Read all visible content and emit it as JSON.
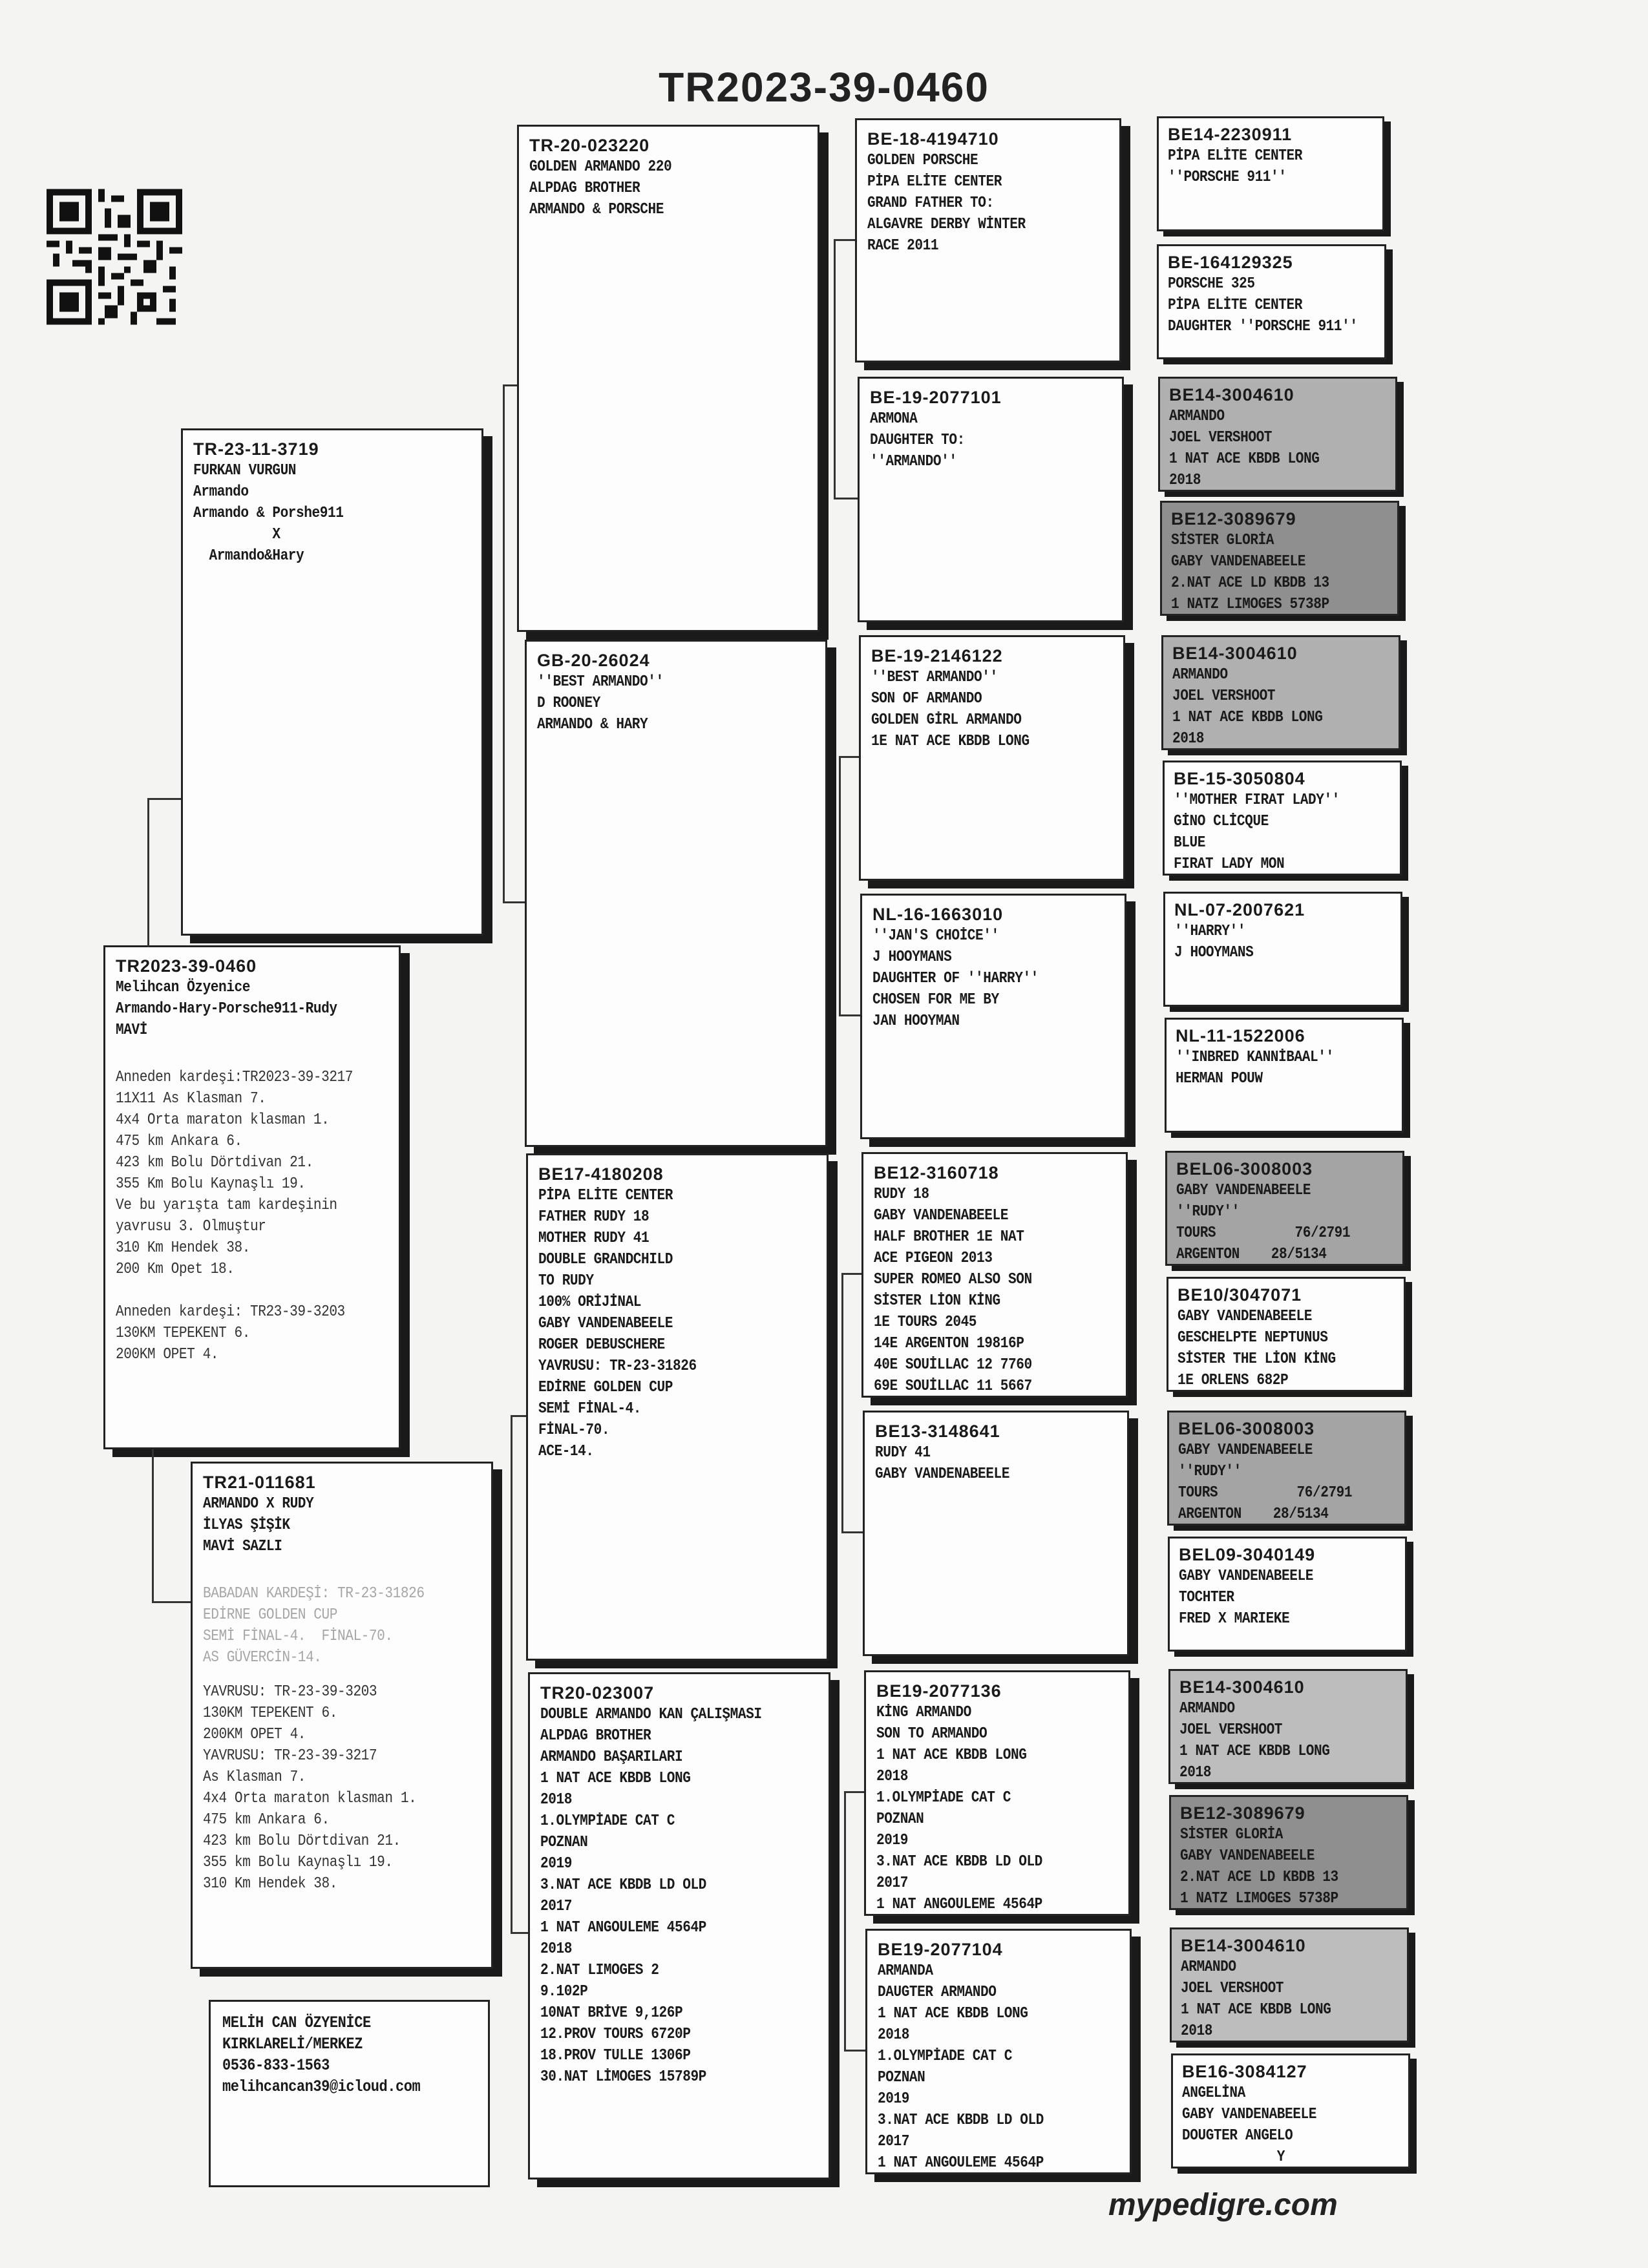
{
  "title": "TR2023-39-0460",
  "footer": "mypedigre.com",
  "subject": {
    "ring": "TR2023-39-0460",
    "lines": [
      "Melihcan Özyenice",
      "Armando-Hary-Porsche911-Rudy",
      "MAVİ"
    ],
    "notes": [
      "Anneden kardeşi:TR2023-39-3217",
      "11X11 As Klasman 7.",
      "4x4 Orta maraton klasman 1.",
      "475 km Ankara 6.",
      "423 km Bolu Dörtdivan 21.",
      "355 Km Bolu Kaynaşlı 19.",
      "Ve bu yarışta tam kardeşinin",
      "yavrusu 3. Olmuştur",
      "310 Km Hendek 38.",
      "200 Km Opet 18.",
      "",
      "Anneden kardeşi: TR23-39-3203",
      "130KM TEPEKENT 6.",
      "200KM OPET 4."
    ]
  },
  "sire": {
    "ring": "TR-23-11-3719",
    "lines": [
      "FURKAN VURGUN",
      "Armando",
      "Armando & Porshe911",
      "          X",
      "  Armando&Hary"
    ]
  },
  "dam": {
    "ring": "TR21-011681",
    "lines": [
      "ARMANDO X RUDY",
      "İLYAS ŞİŞİK",
      "MAVİ SAZLI"
    ],
    "faded": [
      "BABADAN KARDEŞİ: TR-23-31826",
      "EDİRNE GOLDEN CUP",
      "SEMİ FİNAL-4.  FİNAL-70.",
      "AS GÜVERCİN-14."
    ],
    "notes": [
      "YAVRUSU: TR-23-39-3203",
      "130KM TEPEKENT 6.",
      "200KM OPET 4.",
      "YAVRUSU: TR-23-39-3217",
      "As Klasman 7.",
      "4x4 Orta maraton klasman 1.",
      "475 km Ankara 6.",
      "423 km Bolu Dörtdivan 21.",
      "355 km Bolu Kaynaşlı 19.",
      "310 Km Hendek 38."
    ]
  },
  "contact": {
    "lines": [
      "MELİH CAN ÖZYENİCE",
      "KIRKLARELİ/MERKEZ",
      "0536-833-1563",
      "melihcancan39@icloud.com"
    ]
  },
  "gp": [
    {
      "ring": "TR-20-023220",
      "lines": [
        "GOLDEN ARMANDO 220",
        "ALPDAG BROTHER",
        "ARMANDO & PORSCHE"
      ]
    },
    {
      "ring": "GB-20-26024",
      "lines": [
        "''BEST ARMANDO''",
        "D ROONEY",
        "ARMANDO & HARY"
      ]
    },
    {
      "ring": "BE17-4180208",
      "lines": [
        "PİPA ELİTE CENTER",
        "FATHER RUDY 18",
        "MOTHER RUDY 41",
        "DOUBLE GRANDCHILD",
        "TO RUDY",
        "100% ORİJİNAL",
        "GABY VANDENABEELE",
        "ROGER DEBUSCHERE",
        "YAVRUSU: TR-23-31826",
        "EDİRNE GOLDEN CUP",
        "SEMİ FİNAL-4.",
        "FİNAL-70.",
        "ACE-14."
      ]
    },
    {
      "ring": "TR20-023007",
      "lines": [
        "DOUBLE ARMANDO KAN ÇALIŞMASI",
        "ALPDAG BROTHER",
        "ARMANDO BAŞARILARI",
        "1 NAT ACE KBDB LONG",
        "2018",
        "1.OLYMPİADE CAT C",
        "POZNAN",
        "2019",
        "3.NAT ACE KBDB LD OLD",
        "2017",
        "1 NAT ANGOULEME 4564P",
        "2018",
        "2.NAT LIMOGES 2",
        "9.102P",
        "10NAT BRİVE 9,126P",
        "12.PROV TOURS 6720P",
        "18.PROV TULLE 1306P",
        "30.NAT LİMOGES 15789P"
      ]
    }
  ],
  "ggp": [
    {
      "ring": "BE-18-4194710",
      "lines": [
        "GOLDEN PORSCHE",
        "PİPA ELİTE CENTER",
        "GRAND FATHER TO:",
        "ALGAVRE DERBY WİNTER",
        "RACE 2011"
      ]
    },
    {
      "ring": "BE-19-2077101",
      "lines": [
        "ARMONA",
        "DAUGHTER TO:",
        "''ARMANDO''"
      ]
    },
    {
      "ring": "BE-19-2146122",
      "lines": [
        "''BEST ARMANDO''",
        "SON OF ARMANDO",
        "GOLDEN GİRL ARMANDO",
        "1E NAT ACE KBDB LONG"
      ]
    },
    {
      "ring": "NL-16-1663010",
      "lines": [
        "''JAN'S CHOİCE''",
        "J HOOYMANS",
        "DAUGHTER OF ''HARRY''",
        "CHOSEN FOR ME BY",
        "JAN HOOYMAN"
      ]
    },
    {
      "ring": "BE12-3160718",
      "lines": [
        "RUDY 18",
        "GABY VANDENABEELE",
        "HALF BROTHER 1E NAT",
        "ACE PIGEON 2013",
        "SUPER ROMEO ALSO SON",
        "SİSTER LİON KİNG",
        "1E TOURS 2045",
        "14E ARGENTON 19816P",
        "40E SOUİLLAC 12 7760",
        "69E SOUİLLAC 11 5667"
      ]
    },
    {
      "ring": "BE13-3148641",
      "lines": [
        "RUDY 41",
        "GABY VANDENABEELE"
      ]
    },
    {
      "ring": "BE19-2077136",
      "lines": [
        "KİNG ARMANDO",
        "SON TO ARMANDO",
        "1 NAT ACE KBDB LONG",
        "2018",
        "1.OLYMPİADE CAT C",
        "POZNAN",
        "2019",
        "3.NAT ACE KBDB LD OLD",
        "2017",
        "1 NAT ANGOULEME 4564P"
      ]
    },
    {
      "ring": "BE19-2077104",
      "lines": [
        "ARMANDA",
        "DAUGTER ARMANDO",
        "1 NAT ACE KBDB LONG",
        "2018",
        "1.OLYMPİADE CAT C",
        "POZNAN",
        "2019",
        "3.NAT ACE KBDB LD OLD",
        "2017",
        "1 NAT ANGOULEME 4564P"
      ]
    }
  ],
  "gggp": [
    {
      "ring": "BE14-2230911",
      "lines": [
        "PİPA ELİTE CENTER",
        "''PORSCHE 911''"
      ]
    },
    {
      "ring": "BE-164129325",
      "lines": [
        "PORSCHE 325",
        "PİPA ELİTE CENTER",
        "DAUGHTER ''PORSCHE 911''"
      ]
    },
    {
      "ring": "BE14-3004610",
      "lines": [
        "ARMANDO",
        "JOEL VERSHOOT",
        "1 NAT ACE KBDB LONG",
        "2018"
      ]
    },
    {
      "ring": "BE12-3089679",
      "lines": [
        "SİSTER GLORİA",
        "GABY VANDENABEELE",
        "2.NAT ACE LD KBDB 13",
        "1 NATZ LIMOGES 5738P"
      ]
    },
    {
      "ring": "BE14-3004610",
      "lines": [
        "ARMANDO",
        "JOEL VERSHOOT",
        "1 NAT ACE KBDB LONG",
        "2018"
      ]
    },
    {
      "ring": "BE-15-3050804",
      "lines": [
        "''MOTHER FIRAT LADY''",
        "GİNO CLİCQUE",
        "BLUE",
        "FIRAT LADY MON"
      ]
    },
    {
      "ring": "NL-07-2007621",
      "lines": [
        "''HARRY''",
        "J HOOYMANS"
      ]
    },
    {
      "ring": "NL-11-1522006",
      "lines": [
        "''INBRED KANNİBAAL''",
        "HERMAN POUW"
      ]
    },
    {
      "ring": "BEL06-3008003",
      "lines": [
        "GABY VANDENABEELE",
        "''RUDY''",
        "TOURS          76/2791",
        "ARGENTON    28/5134"
      ]
    },
    {
      "ring": "BE10/3047071",
      "lines": [
        "GABY VANDENABEELE",
        "GESCHELPTE NEPTUNUS",
        "SİSTER THE LİON KİNG",
        "1E ORLENS 682P"
      ]
    },
    {
      "ring": "BEL06-3008003",
      "lines": [
        "GABY VANDENABEELE",
        "''RUDY''",
        "TOURS          76/2791",
        "ARGENTON    28/5134"
      ]
    },
    {
      "ring": "BEL09-3040149",
      "lines": [
        "GABY VANDENABEELE",
        "TOCHTER",
        "FRED X MARIEKE"
      ]
    },
    {
      "ring": "BE14-3004610",
      "lines": [
        "ARMANDO",
        "JOEL VERSHOOT",
        "1 NAT ACE KBDB LONG",
        "2018"
      ]
    },
    {
      "ring": "BE12-3089679",
      "lines": [
        "SİSTER GLORİA",
        "GABY VANDENABEELE",
        "2.NAT ACE LD KBDB 13",
        "1 NATZ LIMOGES 5738P"
      ]
    },
    {
      "ring": "BE14-3004610",
      "lines": [
        "ARMANDO",
        "JOEL VERSHOOT",
        "1 NAT ACE KBDB LONG",
        "2018"
      ]
    },
    {
      "ring": "BE16-3084127",
      "lines": [
        "ANGELİNA",
        "GABY VANDENABEELE",
        "DOUGTER ANGELO",
        "            Y"
      ]
    }
  ]
}
